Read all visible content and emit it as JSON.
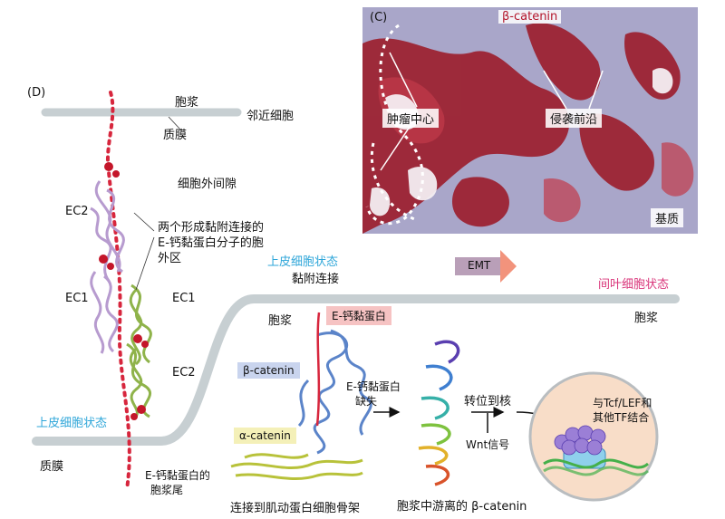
{
  "panel_c": {
    "letter": "(C)",
    "title": "β-catenin",
    "label_tumor_center": "肿瘤中心",
    "label_invasive_front": "侵袭前沿",
    "label_stroma": "基质"
  },
  "panel_d": {
    "letter": "(D)",
    "cytoplasm_top": "胞浆",
    "neighbor_cell": "邻近细胞",
    "membrane_top": "质膜",
    "extracellular_space": "细胞外间隙",
    "ec2_top": "EC2",
    "ec1_left": "EC1",
    "ec1_right": "EC1",
    "ec2_bottom": "EC2",
    "ecto_desc_1": "两个形成黏附连接的",
    "ecto_desc_2": "E-钙黏蛋白分子的胞",
    "ecto_desc_3": "外区",
    "epithelial_state_top": "上皮细胞状态",
    "adherens_junction": "黏附连接",
    "emt": "EMT",
    "mesenchymal_state": "间叶细胞状态",
    "cytoplasm_mid": "胞浆",
    "cytoplasm_right": "胞浆",
    "e_cadherin": "E-钙黏蛋白",
    "beta_catenin": "β-catenin",
    "e_cadherin_loss_1": "E-钙黏蛋白",
    "e_cadherin_loss_2": "缺失",
    "translocate_nucleus": "转位到核",
    "tcf_lef_1": "与Tcf/LEF和",
    "tcf_lef_2": "其他TF结合",
    "wnt_signal": "Wnt信号",
    "epithelial_state_left": "上皮细胞状态",
    "alpha_catenin": "α-catenin",
    "membrane_bottom": "质膜",
    "cyto_tail_1": "E-钙黏蛋白的",
    "cyto_tail_2": "胞浆尾",
    "actin_link": "连接到肌动蛋白细胞骨架",
    "free_beta_catenin": "胞浆中游离的 β-catenin"
  },
  "colors": {
    "membrane": "#c7cfd2",
    "tail_red": "#d7263d",
    "epithelial_label": "#2ea6d9",
    "mesenchymal_label": "#d9357a",
    "emt_arrow": "#f2937c",
    "beta_catenin_tag": "#c9d4ee",
    "e_cadherin_tag": "#f6c3c3",
    "alpha_catenin_tag": "#f4f0b8",
    "nucleus_fill": "#f8ddc8",
    "tissue_stroma": "#a9a6c9",
    "tissue_stain": "#9c1f2e"
  }
}
